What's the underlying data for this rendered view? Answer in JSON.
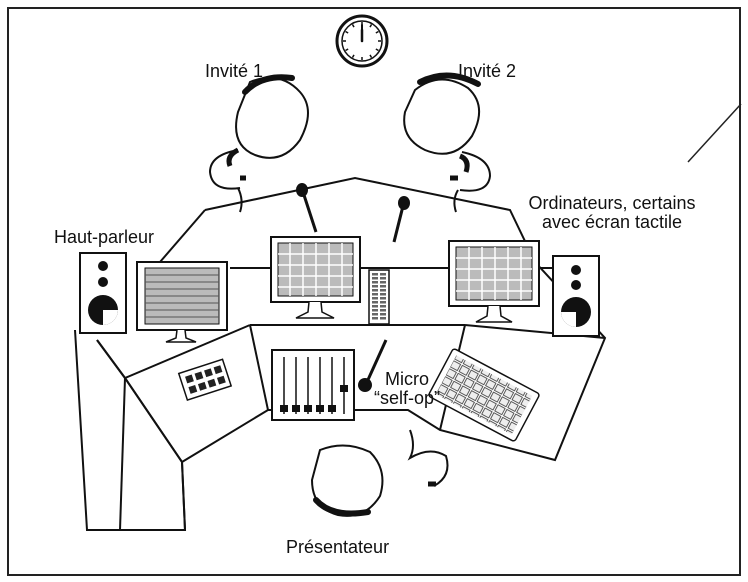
{
  "labels": {
    "guest1": "Invité 1",
    "guest2": "Invité 2",
    "computers_line1": "Ordinateurs, certains",
    "computers_line2": "avec écran tactile",
    "speaker": "Haut-parleur",
    "mic_line1": "Micro",
    "mic_line2": "“self-op”",
    "presenter": "Présentateur"
  },
  "clock": {
    "hour": 12,
    "minute": 0
  }
}
